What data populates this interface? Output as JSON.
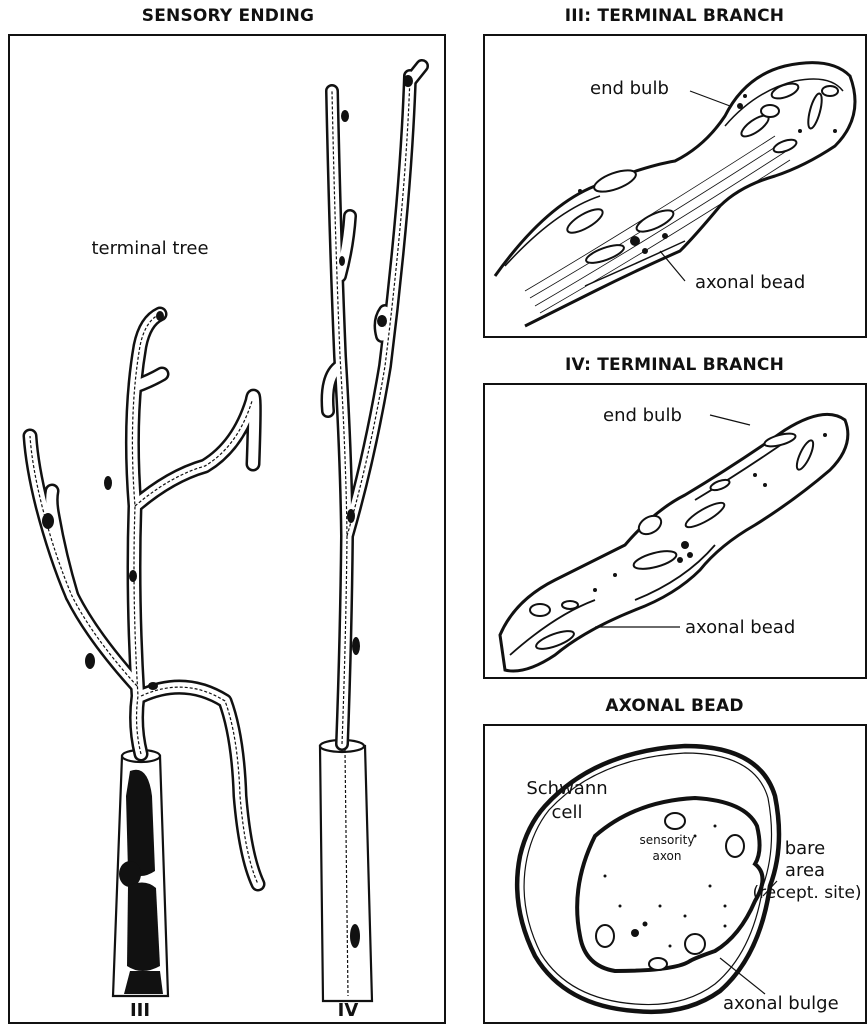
{
  "panels": {
    "sensory": {
      "title": "SENSORY ENDING",
      "label_terminal_tree": "terminal tree",
      "label_III": "III",
      "label_IV": "IV"
    },
    "terminal3": {
      "title": "III: TERMINAL BRANCH",
      "label_end_bulb": "end bulb",
      "label_axonal_bead": "axonal bead"
    },
    "terminal4": {
      "title": "IV: TERMINAL BRANCH",
      "label_end_bulb": "end bulb",
      "label_axonal_bead": "axonal bead"
    },
    "bead": {
      "title": "AXONAL BEAD",
      "label_schwann_1": "Schwann",
      "label_schwann_2": "cell",
      "label_sensory_1": "sensority",
      "label_sensory_2": "axon",
      "label_bare_1": "bare",
      "label_bare_2": "area",
      "label_bare_3": "(recept. site)",
      "label_bulge": "axonal bulge"
    }
  }
}
